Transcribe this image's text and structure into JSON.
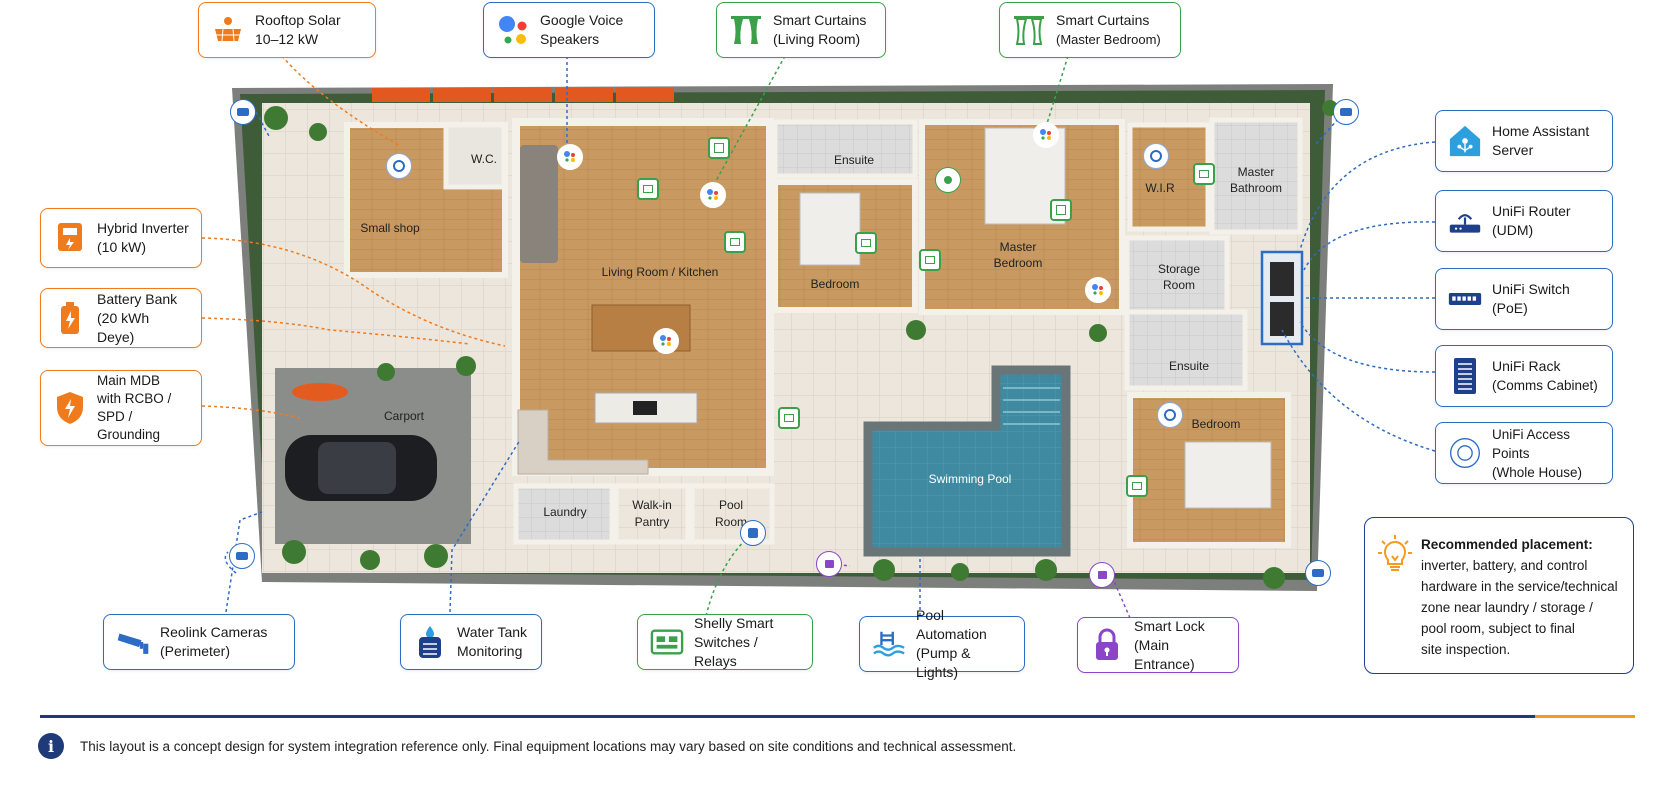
{
  "callouts": {
    "rooftop_solar": {
      "line1": "Rooftop Solar",
      "line2": "10–12 kW",
      "icon": "solar-panel-icon",
      "color": "#f07b1c"
    },
    "google_voice": {
      "line1": "Google Voice",
      "line2": "Speakers",
      "icon": "google-assistant-icon"
    },
    "curtains_living": {
      "line1": "Smart Curtains",
      "line2": "(Living Room)",
      "icon": "curtain-icon",
      "color": "#3aa14a"
    },
    "curtains_master": {
      "line1": "Smart Curtains",
      "line2": "(Master Bedroom)",
      "icon": "curtain-icon",
      "color": "#3aa14a"
    },
    "hybrid_inverter": {
      "line1": "Hybrid Inverter",
      "line2": "(10 kW)",
      "icon": "inverter-icon"
    },
    "battery_bank": {
      "line1": "Battery Bank",
      "line2": "(20 kWh Deye)",
      "icon": "battery-icon"
    },
    "main_mdb": {
      "line1": "Main MDB",
      "line2": "with RCBO /",
      "line3": "SPD / Grounding",
      "icon": "shield-bolt-icon"
    },
    "home_assistant": {
      "line1": "Home Assistant",
      "line2": "Server",
      "icon": "home-assistant-icon",
      "color": "#2e6cc4"
    },
    "unifi_router": {
      "line1": "UniFi Router",
      "line2": "(UDM)",
      "icon": "router-icon"
    },
    "unifi_switch": {
      "line1": "UniFi Switch",
      "line2": "(PoE)",
      "icon": "network-switch-icon"
    },
    "unifi_rack": {
      "line1": "UniFi Rack",
      "line2": "(Comms Cabinet)",
      "icon": "server-rack-icon"
    },
    "unifi_ap": {
      "line1": "UniFi Access Points",
      "line2": "(Whole House)",
      "icon": "access-point-icon"
    },
    "reolink": {
      "line1": "Reolink Cameras",
      "line2": "(Perimeter)",
      "icon": "cctv-camera-icon"
    },
    "water_tank": {
      "line1": "Water Tank",
      "line2": "Monitoring",
      "icon": "water-tank-icon"
    },
    "shelly": {
      "line1": "Shelly Smart",
      "line2": "Switches / Relays",
      "icon": "smart-switch-icon"
    },
    "pool_automation": {
      "line1": "Pool Automation",
      "line2": "(Pump & Lights)",
      "icon": "pool-water-icon"
    },
    "smart_lock": {
      "line1": "Smart Lock",
      "line2": "(Main Entrance)",
      "icon": "padlock-icon",
      "color": "#8b46c7"
    }
  },
  "rooms": {
    "small_shop": "Small shop",
    "wc": "W.C.",
    "living": "Living Room / Kitchen",
    "ensuite_top": "Ensuite",
    "bedroom_1": "Bedroom",
    "master_bedroom_l1": "Master",
    "master_bedroom_l2": "Bedroom",
    "wir": "W.I.R",
    "master_bath_l1": "Master",
    "master_bath_l2": "Bathroom",
    "storage_l1": "Storage",
    "storage_l2": "Room",
    "ensuite_right": "Ensuite",
    "bedroom_2": "Bedroom",
    "carport": "Carport",
    "laundry": "Laundry",
    "pantry_l1": "Walk-in",
    "pantry_l2": "Pantry",
    "pool_room_l1": "Pool",
    "pool_room_l2": "Room",
    "swimming_pool": "Swimming Pool"
  },
  "note": {
    "title": "Recommended placement:",
    "l1": "inverter, battery, and control",
    "l2": "hardware in the service/technical",
    "l3": "zone near laundry / storage /",
    "l4": "pool room, subject to final",
    "l5": "site inspection."
  },
  "footer": {
    "info_glyph": "i",
    "text": "This layout is a concept design for system integration reference only. Final equipment locations may vary based on site conditions and technical assessment."
  }
}
